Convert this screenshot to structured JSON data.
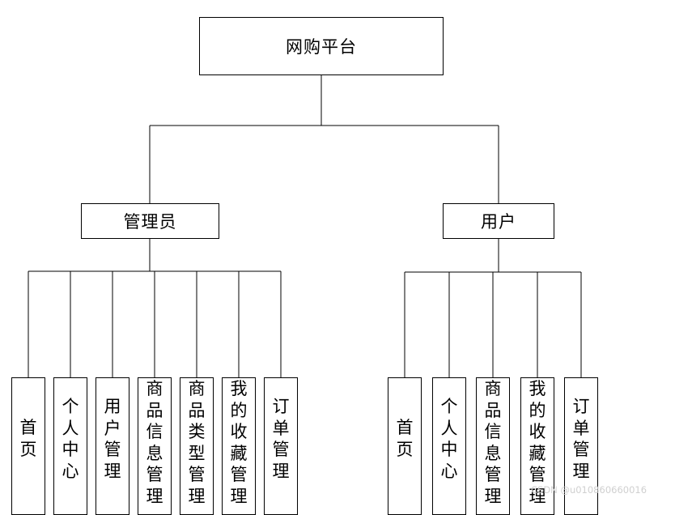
{
  "root": {
    "label": "网购平台"
  },
  "branches": [
    {
      "label": "管理员",
      "children": [
        "首页",
        "个人中心",
        "用户管理",
        "商品信息管理",
        "商品类型管理",
        "我的收藏管理",
        "订单管理"
      ]
    },
    {
      "label": "用户",
      "children": [
        "首页",
        "个人中心",
        "商品信息管理",
        "我的收藏管理",
        "订单管理"
      ]
    }
  ],
  "watermark": "CSDN @u010860660016",
  "colors": {
    "line": "#000000",
    "box_border": "#000000",
    "background": "#ffffff",
    "watermark": "#d0d0d0"
  }
}
